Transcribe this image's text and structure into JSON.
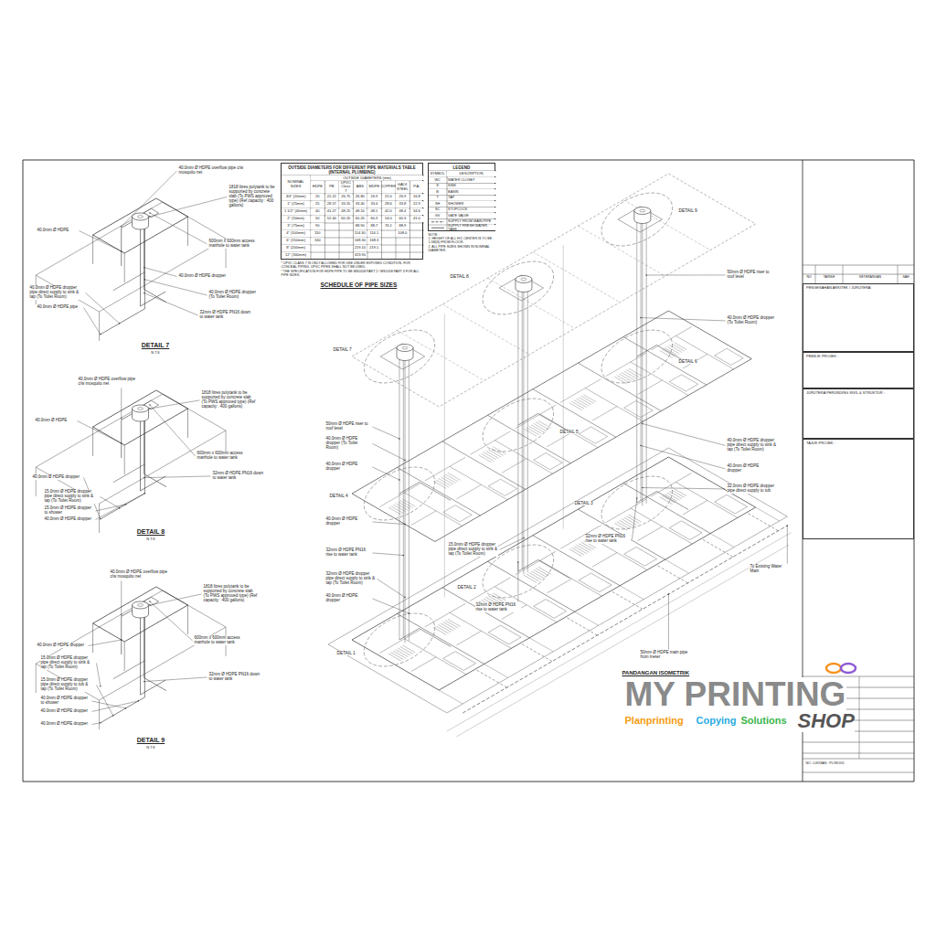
{
  "diagram": {
    "title": "PANDANGAN ISOMETRIK",
    "nodes": [
      {
        "text": [
          "OUTSIDE DIAMETERS FOR DIFFERENT PIPE MATERIALS TABLE (INTERNAL PLUMBING)"
        ]
      },
      {
        "text": [
          "LEGEND"
        ]
      },
      {
        "text": [
          "PENGESAHAN ARKITEK / JURUTERA :"
        ]
      },
      {
        "text": [
          "PEMILIK PROJEK :"
        ]
      },
      {
        "text": [
          "JURUTERA PERUNDING SIVIL & STRUKTUR :"
        ]
      },
      {
        "text": [
          "TAJUK PROJEK :"
        ]
      }
    ],
    "labels": [
      "OUTSIDE DIAMETERS (mm)",
      "NOMINAL SIZES",
      "HDPE",
      "PB",
      "UPVC Class 7",
      "ABS",
      "MDPE",
      "COPPER",
      "GALV. STEEL",
      "P.A.",
      "3/4\" (20mm)",
      "20",
      "22.22",
      "26.75",
      "26.80",
      "26.9",
      "22.0",
      "26.9",
      "16.8",
      "1\" (25mm)",
      "25",
      "28.57",
      "33.55",
      "33.40",
      "33.4",
      "28.6",
      "33.8",
      "22.9",
      "1 1/2\" (40mm)",
      "40",
      "41.27",
      "48.25",
      "48.10",
      "48.1",
      "42.0",
      "48.4",
      "34.6",
      "2\" (50mm)",
      "50",
      "52.40",
      "60.20",
      "60.20",
      "60.3",
      "54.0",
      "60.3",
      "41.0",
      "3\" (75mm)",
      "90",
      "88.90",
      "88.7",
      "76.1",
      "88.9",
      "4\" (100mm)",
      "110",
      "114.30",
      "114.1",
      "108.0",
      "6\" (150mm)",
      "160",
      "168.30",
      "168.3",
      "8\" (200mm)",
      "219.10",
      "219.1",
      "12\" (300mm)",
      "323.90",
      "* UPVC CLASS 7 IS ONLY ALLOWED FOR USE UNDER EXPOSED CONDITION. FOR CONCEAL PIPING, UPVC PIPES SHALL NOT BE USED.",
      "* THE SPECIFICATION FOR HDPE PIPE TO BE MS1058:PART 2 / MS1058:PART 3 FOR ALL PIPE SIZES.",
      "SCHEDULE OF PIPE SIZES",
      "SYMBOL",
      "DESCRIPTION",
      "WC",
      "WATER CLOSET",
      "S",
      "SINK",
      "B",
      "BASIN",
      "T",
      "TAP",
      "SH",
      "SHOWER",
      "SC",
      "STOPCOCK",
      "GV",
      "GATE VALVE",
      "NOTE :",
      "1. HEIGHT OF ALL H/C CENTER IS TO BE 1.5M(S) FROM FLOOR.",
      "2. ALL PIPE SIZES SHOWN IN NOMINAL DIAMETER.",
      "40.0mm Ø HDPE overflow pipe c/w mosquito net",
      "1818 litres polytank to be supported by concrete slab (To PWS approved type) (Ref capacity : 400 gallons)",
      "40.0mm Ø HDPE",
      "600mm x 600mm access manhole to water tank",
      "40.0mm Ø HDPE dropper",
      "40.0mm Ø HDPE dropper pipe direct supply to sink & tap (To Toilet Room)",
      "40.0mm Ø HDPE dropper (To Toilet Room)",
      "32mm Ø HDPE PN16 down to water tank",
      "40.0mm Ø HDPE pipe",
      "DETAIL 7",
      "N.T.S",
      "40.0mm Ø HDPE overflow pipe c/w mosquito net",
      "1818 litres polytank to be supported by concrete slab (To PWS approved type) (Ref capacity : 400 gallons)",
      "40.0mm Ø HDPE",
      "600mm x 600mm access manhole to water tank",
      "40.0mm Ø HDPE dropper",
      "32mm Ø HDPE PN16 down to water tank",
      "15.0mm Ø HDPE dropper pipe direct supply to sink & tap (To Toilet Room)",
      "15.0mm Ø HDPE dropper to shower",
      "40.0mm Ø HDPE dropper",
      "DETAIL 8",
      "N.T.S",
      "40.0mm Ø HDPE overflow pipe c/w mosquito net",
      "1818 litres polytank to be supported by concrete slab (To PWS approved type) (Ref capacity : 400 gallons)",
      "40.0mm Ø HDPE dropper",
      "600mm x 600mm access manhole to water tank",
      "15.0mm Ø HDPE dropper pipe direct supply to sink & tap (To Toilet Room)",
      "32mm Ø HDPE PN16 down to water tank",
      "15.0mm Ø HDPE dropper pipe direct supply to tub & tap (To Toilet Room)",
      "40.0mm Ø HDPE dropper to shower",
      "40.0mm Ø HDPE dropper",
      "40.0mm Ø HDPE dropper",
      "DETAIL 9",
      "N.T.S",
      "DETAIL 1",
      "DETAIL 2",
      "DETAIL 3",
      "DETAIL 4",
      "DETAIL 5",
      "DETAIL 6",
      "DETAIL 7",
      "DETAIL 8",
      "DETAIL 9",
      "50mm Ø HDPE riser to roof level",
      "40.0mm Ø HDPE dropper (To Toilet Room)",
      "40.0mm Ø HDPE dropper",
      "40.0mm Ø HDPE dropper",
      "32mm Ø HDPE PN16 rise to water tank",
      "32mm Ø HDPE dropper pipe direct supply to sink & tap (To Toilet Room)",
      "40.0mm Ø HDPE dropper",
      "15.0mm Ø HDPE dropper pipe direct supply to sink & tap (To Toilet Room)",
      "32mm Ø HDPE PN16 rise to water tank",
      "50mm Ø HDPE riser to roof level",
      "40.0mm Ø HDPE dropper (To Toilet Room)",
      "40.0mm Ø HDPE dropper pipe direct supply to sink & tap (To Toilet Room)",
      "40.0mm Ø HDPE dropper",
      "32.0mm Ø HDPE dropper pipe direct supply to tub",
      "32mm Ø HDPE PN16 rise to water tank",
      "To Existing Water Main",
      "50mm Ø HDPE main pipe from meter",
      "NO",
      "TARIKH",
      "KETERANGAN",
      "SAH",
      "NO. LUKISAN : PL/ISO/01",
      "MY PRINTING",
      "Planprinting",
      "Copying",
      "Solutions",
      "SHOP"
    ],
    "legend": [
      {
        "text": "SUPPLY FROM MAIN PIPE"
      },
      {
        "text": "SUPPLY FRESH WATER TANK"
      }
    ]
  }
}
